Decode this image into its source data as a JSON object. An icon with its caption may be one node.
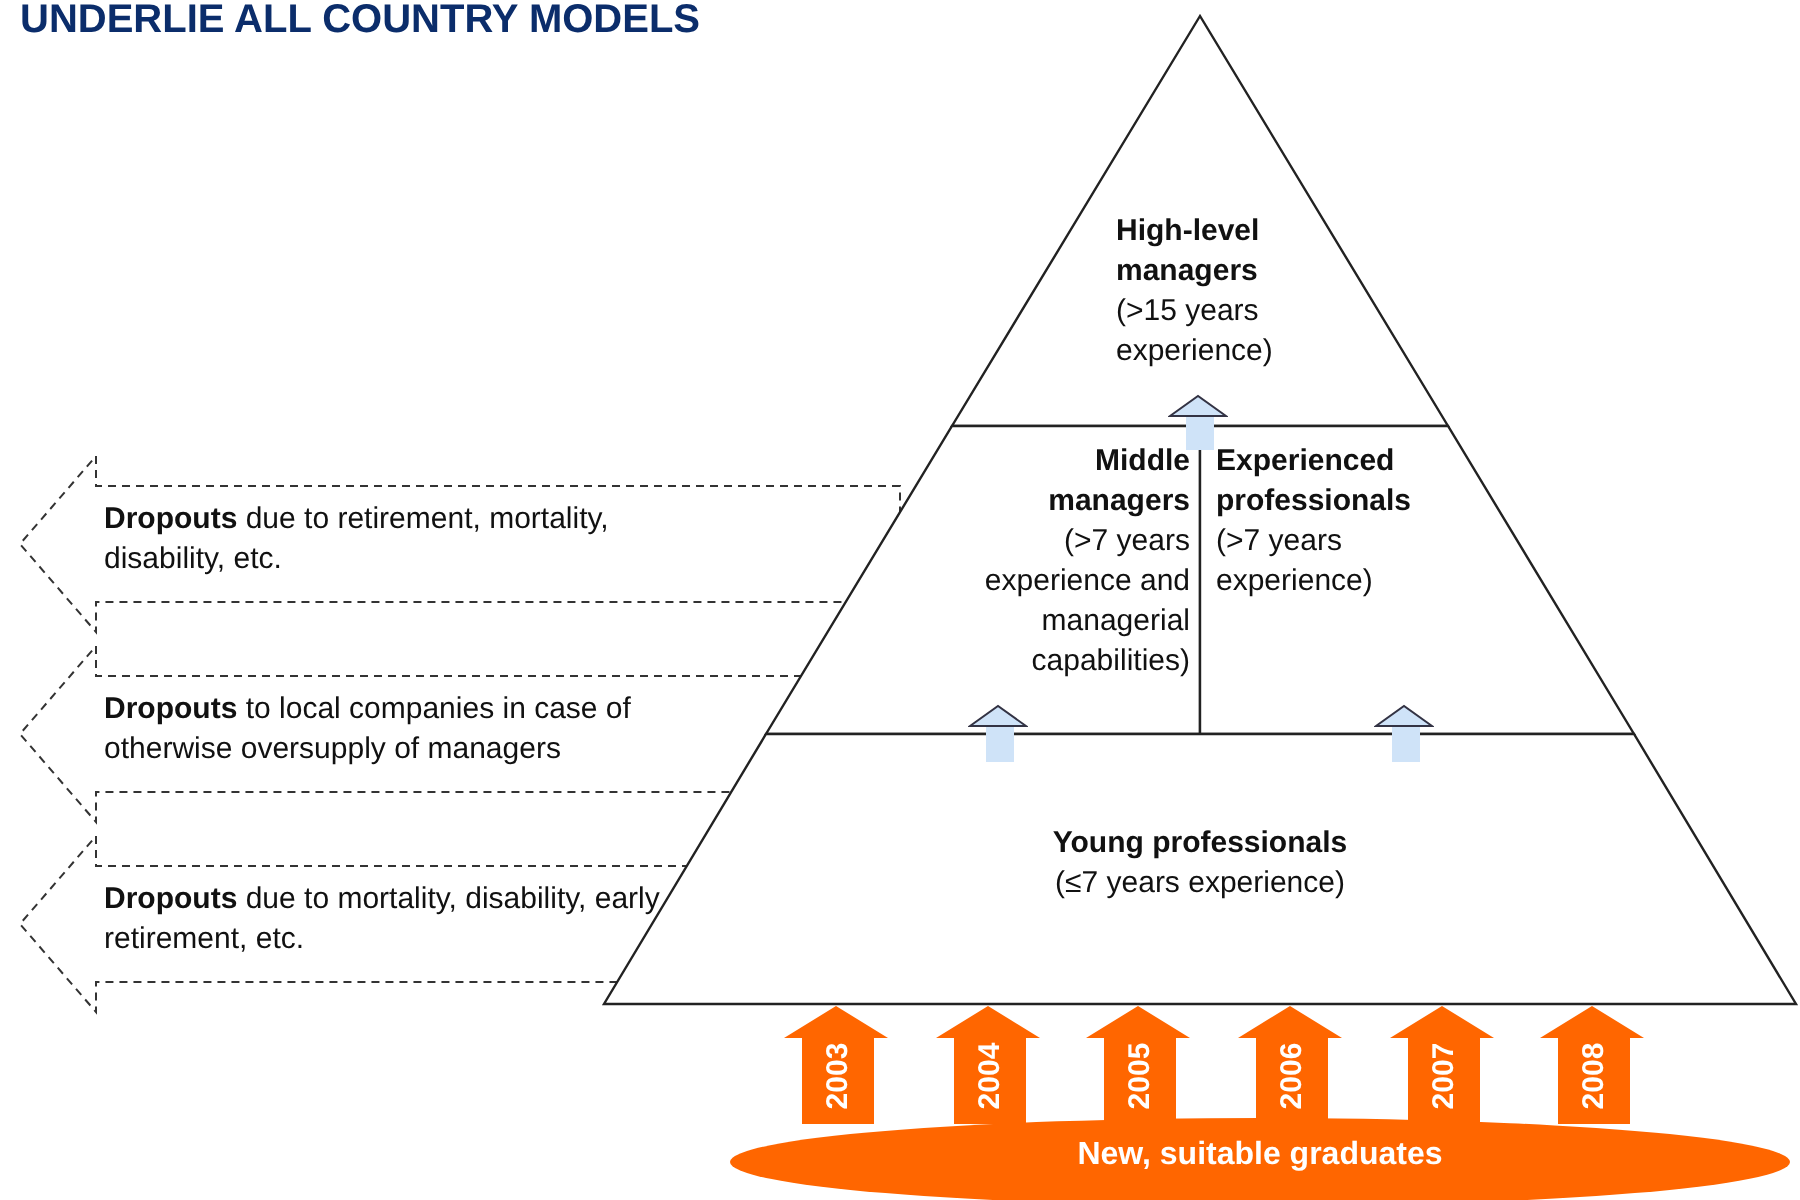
{
  "diagram": {
    "title": "UNDERLIE ALL COUNTRY MODELS",
    "nodes": [
      {
        "text": [
          "High-level managers",
          "(>15 years experience)"
        ]
      },
      {
        "text": [
          "Middle managers",
          "(>7 years experience and managerial capabilities)"
        ]
      },
      {
        "text": [
          "Experienced professionals",
          "(>7 years experience)"
        ]
      },
      {
        "text": [
          "Young professionals",
          "(≤7 years experience)"
        ]
      },
      {
        "text": [
          "**Dropouts** due to retirement, mortality, disability, etc."
        ]
      },
      {
        "text": [
          "**Dropouts** to local companies in case of otherwise oversupply of managers"
        ]
      },
      {
        "text": [
          "**Dropouts** due to mortality, disability, early retirement, etc."
        ]
      },
      {
        "text": [
          "New, suitable graduates"
        ]
      }
    ],
    "edges": [
      {
        "from": 7,
        "to": 3,
        "arrow": "to",
        "label": "2003"
      },
      {
        "from": 7,
        "to": 3,
        "arrow": "to",
        "label": "2004"
      },
      {
        "from": 7,
        "to": 3,
        "arrow": "to",
        "label": "2005"
      },
      {
        "from": 7,
        "to": 3,
        "arrow": "to",
        "label": "2006"
      },
      {
        "from": 7,
        "to": 3,
        "arrow": "to",
        "label": "2007"
      },
      {
        "from": 7,
        "to": 3,
        "arrow": "to",
        "label": "2008"
      },
      {
        "from": 3,
        "to": 1,
        "arrow": "to",
        "color": "#cfe3f8"
      },
      {
        "from": 3,
        "to": 2,
        "arrow": "to",
        "color": "#cfe3f8"
      },
      {
        "from": 1,
        "to": 0,
        "arrow": "to",
        "color": "#cfe3f8"
      }
    ]
  }
}
